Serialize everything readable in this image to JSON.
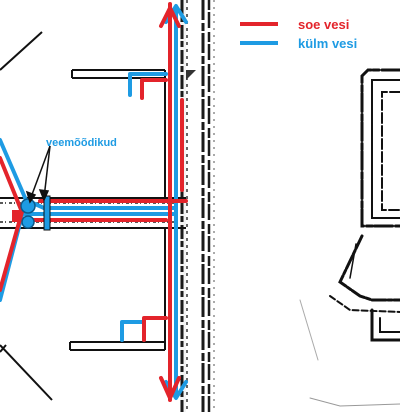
{
  "colors": {
    "hot": "#e3242b",
    "cold": "#1e9be3",
    "ink": "#111111",
    "wall": "#1a1a1a"
  },
  "legend": [
    {
      "label": "soe vesi",
      "color": "#e3242b"
    },
    {
      "label": "külm vesi",
      "color": "#1e9be3"
    }
  ],
  "annotations": {
    "meters": "veemõõdikud"
  }
}
